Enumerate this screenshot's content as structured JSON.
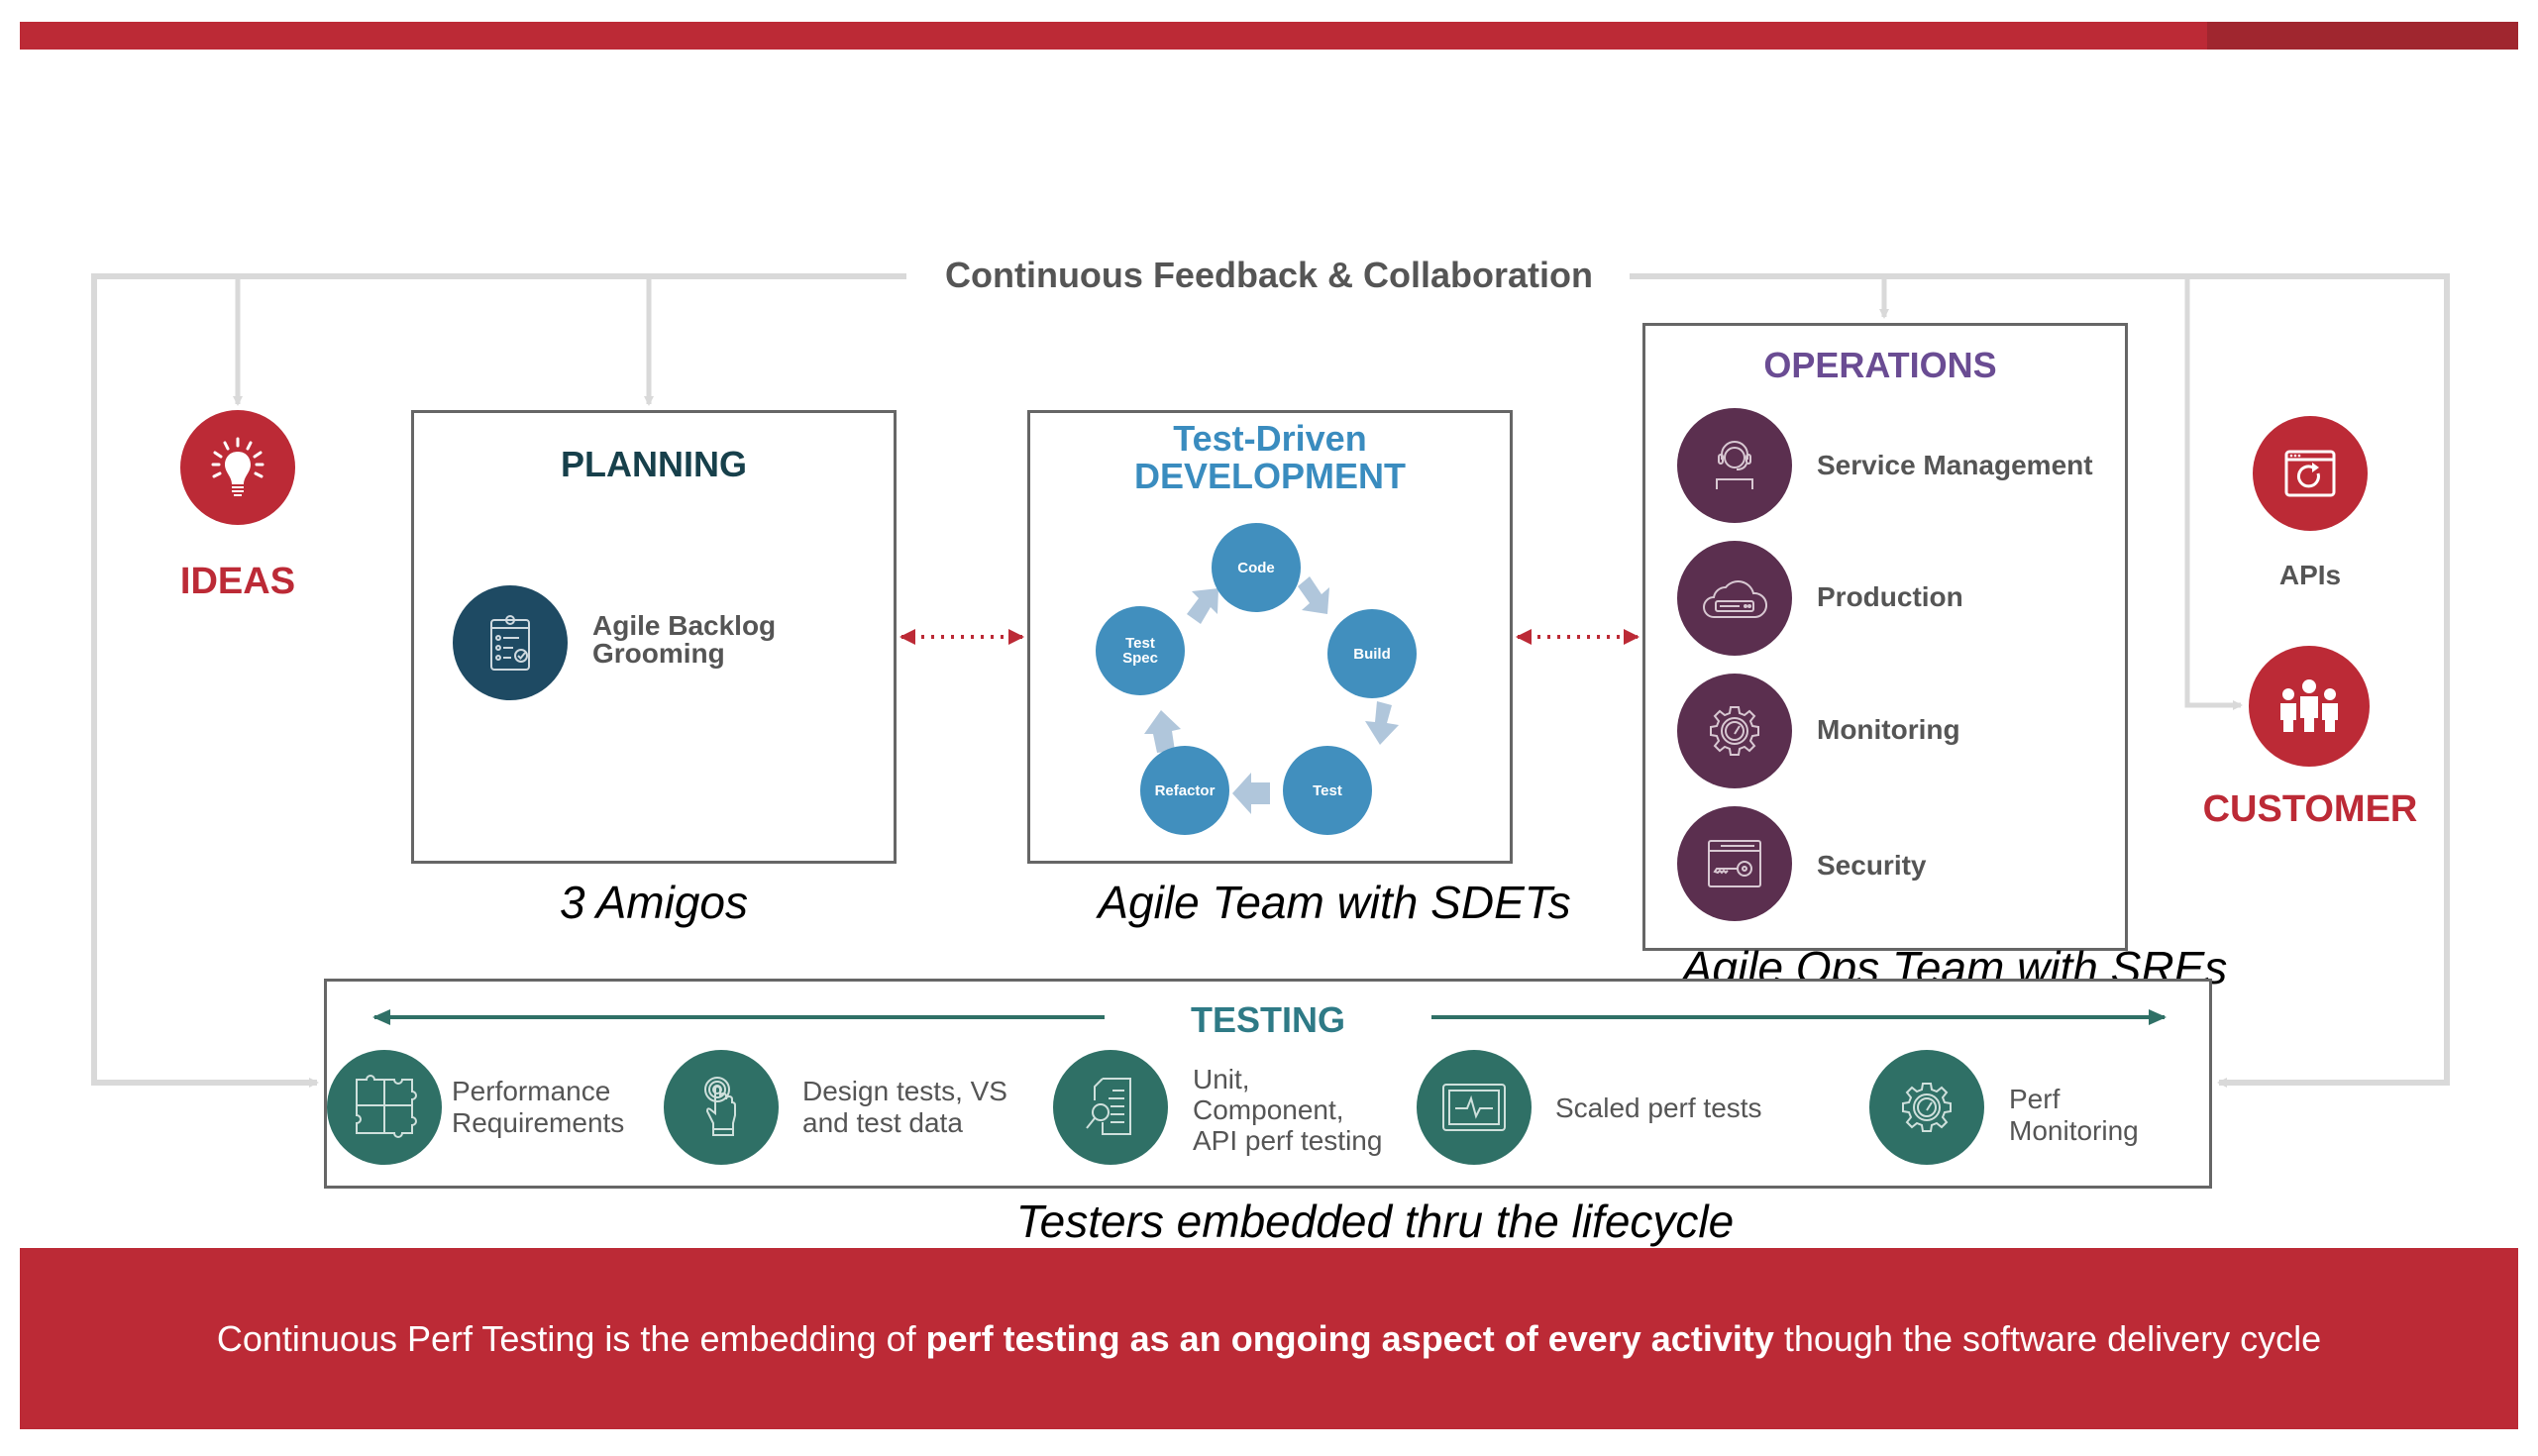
{
  "header": {
    "feedback_title": "Continuous Feedback & Collaboration"
  },
  "ideas": {
    "label": "IDEAS",
    "icon": "lightbulb-icon"
  },
  "planning": {
    "title": "PLANNING",
    "item": {
      "label_line1": "Agile Backlog",
      "label_line2": "Grooming",
      "icon": "clipboard-checklist-icon"
    },
    "caption": "3 Amigos"
  },
  "development": {
    "title_line1": "Test-Driven",
    "title_line2": "DEVELOPMENT",
    "cycle": [
      {
        "label": "Code"
      },
      {
        "label": "Build"
      },
      {
        "label": "Test"
      },
      {
        "label": "Refactor"
      },
      {
        "label_line1": "Test",
        "label_line2": "Spec"
      }
    ],
    "caption": "Agile Team with SDETs"
  },
  "operations": {
    "title": "OPERATIONS",
    "items": [
      {
        "label": "Service Management",
        "icon": "headset-agent-icon"
      },
      {
        "label": "Production",
        "icon": "cloud-server-icon"
      },
      {
        "label": "Monitoring",
        "icon": "gear-gauge-icon"
      },
      {
        "label": "Security",
        "icon": "browser-key-icon"
      }
    ],
    "caption": "Agile Ops Team with SREs"
  },
  "apis": {
    "label": "APIs",
    "icon": "browser-refresh-icon"
  },
  "customer": {
    "label": "CUSTOMER",
    "icon": "people-group-icon"
  },
  "testing": {
    "title": "TESTING",
    "items": [
      {
        "line1": "Performance",
        "line2": "Requirements",
        "icon": "puzzle-icon"
      },
      {
        "line1": "Design tests, VS",
        "line2": "and test data",
        "icon": "touch-hand-icon"
      },
      {
        "line1": "Unit,",
        "line2": "Component,",
        "line3": "API perf testing",
        "icon": "document-search-icon"
      },
      {
        "line1": "Scaled perf tests",
        "icon": "monitor-pulse-icon"
      },
      {
        "line1": "Perf",
        "line2": "Monitoring",
        "icon": "gear-gauge-icon"
      }
    ],
    "caption": "Testers embedded thru the lifecycle"
  },
  "banner": {
    "text_before": "Continuous Perf Testing is the embedding of ",
    "text_bold": "perf testing as an ongoing aspect of every activity",
    "text_after": " though the software delivery cycle"
  },
  "colors": {
    "brand_red": "#BC2A36",
    "brand_red_dark": "#A0262F",
    "planning_navy": "#1E4A63",
    "tdd_blue": "#418FBE",
    "ops_plum": "#5B2F4F",
    "ops_title_purple": "#6A4C93",
    "testing_teal": "#2F7066",
    "connector_gray": "#D9D9D9"
  }
}
